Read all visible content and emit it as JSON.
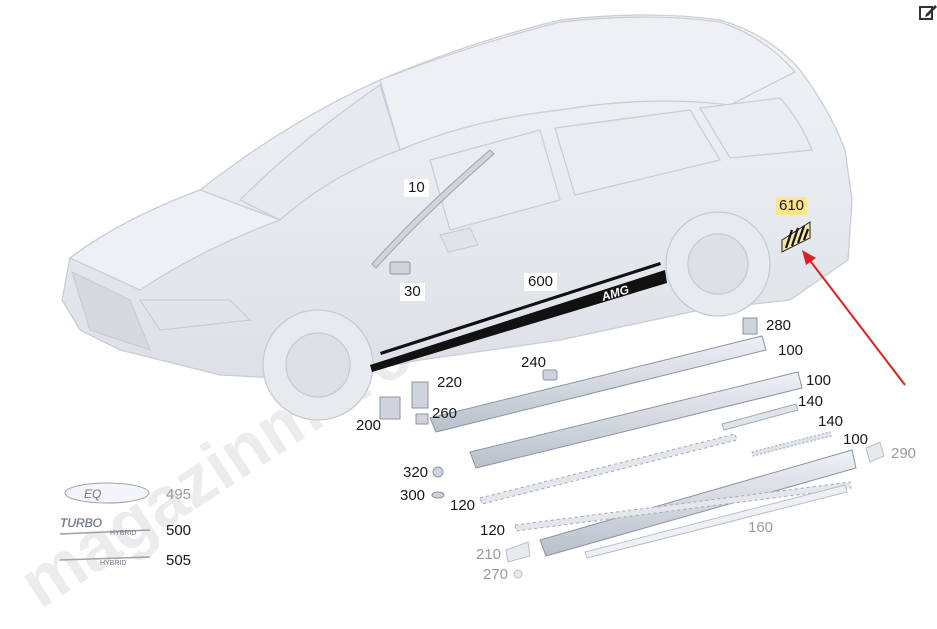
{
  "watermark_text": "magazinmercedes.ru",
  "callouts": {
    "c10": "10",
    "c30": "30",
    "c600": "600",
    "c610": "610",
    "c280": "280",
    "c100a": "100",
    "c100b": "100",
    "c100c": "100",
    "c240": "240",
    "c220": "220",
    "c140a": "140",
    "c140b": "140",
    "c260": "260",
    "c200": "200",
    "c290": "290",
    "c320": "320",
    "c300": "300",
    "c120a": "120",
    "c120b": "120",
    "c160": "160",
    "c210": "210",
    "c270": "270",
    "c495": "495",
    "c500": "500",
    "c505": "505"
  },
  "badges": {
    "amg": "AMG",
    "eq": "EQ",
    "turbo": "TURBO",
    "hybrid_a": "HYBRID",
    "hybrid_b": "HYBRID"
  },
  "colors": {
    "highlight": "#fde58a",
    "arrow": "#e02020",
    "outline": "#c9ced6",
    "part_fill": "#dfe3ea",
    "sticker_black": "#111111"
  },
  "icons": {
    "edit": "edit-icon"
  }
}
